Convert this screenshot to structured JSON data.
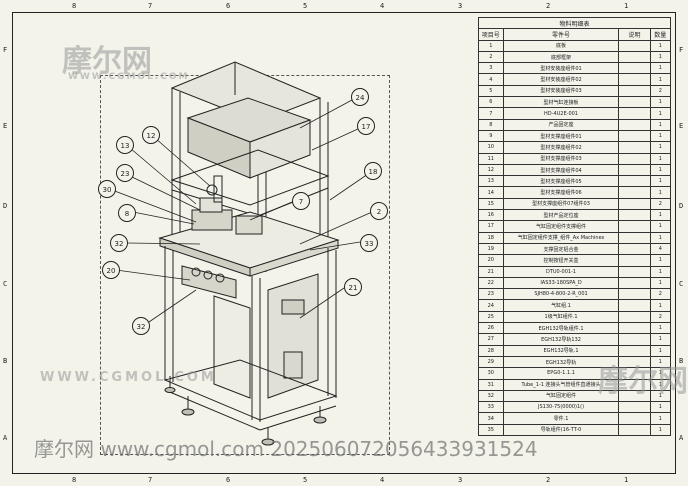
{
  "zones": {
    "top": [
      "8",
      "7",
      "6",
      "5",
      "4",
      "3",
      "2",
      "1"
    ],
    "side": [
      "F",
      "E",
      "D",
      "C",
      "B",
      "A"
    ]
  },
  "bom": {
    "title": "物料明细表",
    "headers": [
      "项目号",
      "零件号",
      "说明",
      "数量"
    ],
    "rows": [
      [
        "1",
        "底板",
        "",
        "1"
      ],
      [
        "2",
        "底部框架",
        "",
        "1"
      ],
      [
        "3",
        "型材安装座组件01",
        "",
        "1"
      ],
      [
        "4",
        "型材安装座组件02",
        "",
        "1"
      ],
      [
        "5",
        "型材安装座组件03",
        "",
        "2"
      ],
      [
        "6",
        "型材气缸连接板",
        "",
        "1"
      ],
      [
        "7",
        "HD-4U2E-001",
        "",
        "1"
      ],
      [
        "8",
        "产品固定座",
        "",
        "1"
      ],
      [
        "9",
        "型材支撑座组件01",
        "",
        "1"
      ],
      [
        "10",
        "型材支撑座组件02",
        "",
        "1"
      ],
      [
        "11",
        "型材支撑座组件03",
        "",
        "1"
      ],
      [
        "12",
        "型材支撑座组件04",
        "",
        "1"
      ],
      [
        "13",
        "型材支撑座组件05",
        "",
        "1"
      ],
      [
        "14",
        "型材支撑座组件06",
        "",
        "1"
      ],
      [
        "15",
        "型材支撑座组件07组件03",
        "",
        "2"
      ],
      [
        "16",
        "型材产品定位座",
        "",
        "1"
      ],
      [
        "17",
        "气缸固定组件支撑组件",
        "",
        "1"
      ],
      [
        "18",
        "气缸固定组件支撑_组件_Ax Machines",
        "",
        "1"
      ],
      [
        "19",
        "支撑固定铝合金",
        "",
        "4"
      ],
      [
        "20",
        "控制按钮开关盒",
        "",
        "1"
      ],
      [
        "21",
        "DTU0-001-1",
        "",
        "1"
      ],
      [
        "22",
        "IAS33-180SPA_D",
        "",
        "1"
      ],
      [
        "23",
        "SJH80-4-800-2-R_001",
        "",
        "2"
      ],
      [
        "24",
        "气缸组.1",
        "",
        "1"
      ],
      [
        "25",
        "1级气缸组件.1",
        "",
        "2"
      ],
      [
        "26",
        "EGH132导轨组件.1",
        "",
        "1"
      ],
      [
        "27",
        "EGH132导轨132",
        "",
        "1"
      ],
      [
        "28",
        "EGH132导轨.1",
        "",
        "1"
      ],
      [
        "29",
        "EGH132导轨",
        "",
        "1"
      ],
      [
        "30",
        "EPG0-1.1.1",
        "",
        "1"
      ],
      [
        "31",
        "Tube_1-1 连接头气管组件直通接头",
        "",
        "1"
      ],
      [
        "32",
        "气缸固定组件",
        "",
        "1"
      ],
      [
        "33",
        "JS130-75(0000)1()",
        "",
        "1"
      ],
      [
        "34",
        "零件.1",
        "",
        "1"
      ],
      [
        "35",
        "导轨组件(16-TT-0",
        "",
        "1"
      ]
    ]
  },
  "balloons": [
    "24",
    "17",
    "12",
    "13",
    "23",
    "30",
    "8",
    "32",
    "7",
    "18",
    "2",
    "33",
    "20",
    "21",
    "32"
  ],
  "watermark": {
    "cn": "摩尔网",
    "en": "WWW.CGMOL.COM",
    "footer": "摩尔网 www.cgmol.com 202506072056433931524"
  }
}
